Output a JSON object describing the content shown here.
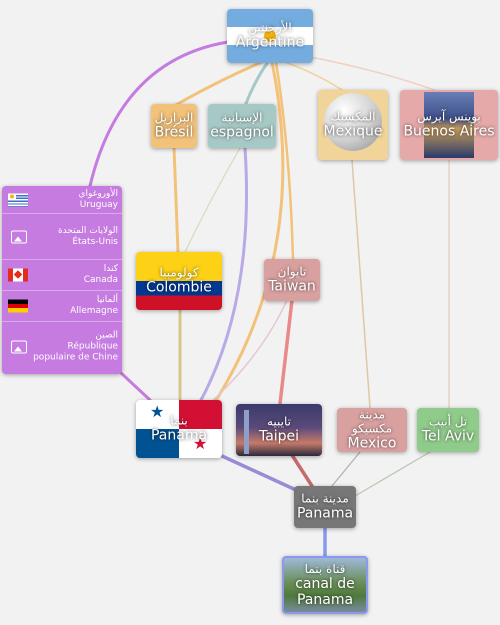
{
  "colors": {
    "purple": "#c67be0",
    "orange_edge": "#f3c27a",
    "teal_edge": "#a7c9c6",
    "red_edge": "#e98a8a",
    "pink_edge": "#d9a0a0",
    "green_edge": "#a9cfa1",
    "gray": "#777777",
    "blue_edge": "#8899ee"
  },
  "nodes": {
    "argentine": {
      "ar": "الأرجنتين",
      "fr": "Argentine"
    },
    "bresil": {
      "ar": "البرازيل",
      "fr": "Brésil"
    },
    "espagnol": {
      "ar": "الإسبانية",
      "fr": "espagnol"
    },
    "mexique": {
      "ar": "المكسيك",
      "fr": "Mexique"
    },
    "buenos_aires": {
      "ar": "بوينس آيرس",
      "fr": "Buenos Aires"
    },
    "colombie": {
      "ar": "كولومبيا",
      "fr": "Colombie"
    },
    "taiwan": {
      "ar": "تايوان",
      "fr": "Taiwan"
    },
    "panama": {
      "ar": "بنما",
      "fr": "Panama"
    },
    "taipei": {
      "ar": "تايبيه",
      "fr": "Taipei"
    },
    "mexico": {
      "ar": "مدينة مكسيكو",
      "fr": "Mexico"
    },
    "tel_aviv": {
      "ar": "تل أبيب",
      "fr": "Tel Aviv"
    },
    "panama_city": {
      "ar": "مدينة بنما",
      "fr": "Panama"
    },
    "canal": {
      "ar": "قناة بنما",
      "fr": "canal de Panama"
    }
  },
  "list": [
    {
      "ar": "الأوروغواي",
      "fr": "Uruguay",
      "icon": "uruguay-flag-icon"
    },
    {
      "ar": "الولايات المتحدة",
      "fr": "États-Unis",
      "icon": "image-icon"
    },
    {
      "ar": "كندا",
      "fr": "Canada",
      "icon": "canada-flag-icon"
    },
    {
      "ar": "ألمانيا",
      "fr": "Allemagne",
      "icon": "germany-flag-icon"
    },
    {
      "ar": "الصين",
      "fr": "République populaire de Chine",
      "icon": "image-icon"
    }
  ]
}
